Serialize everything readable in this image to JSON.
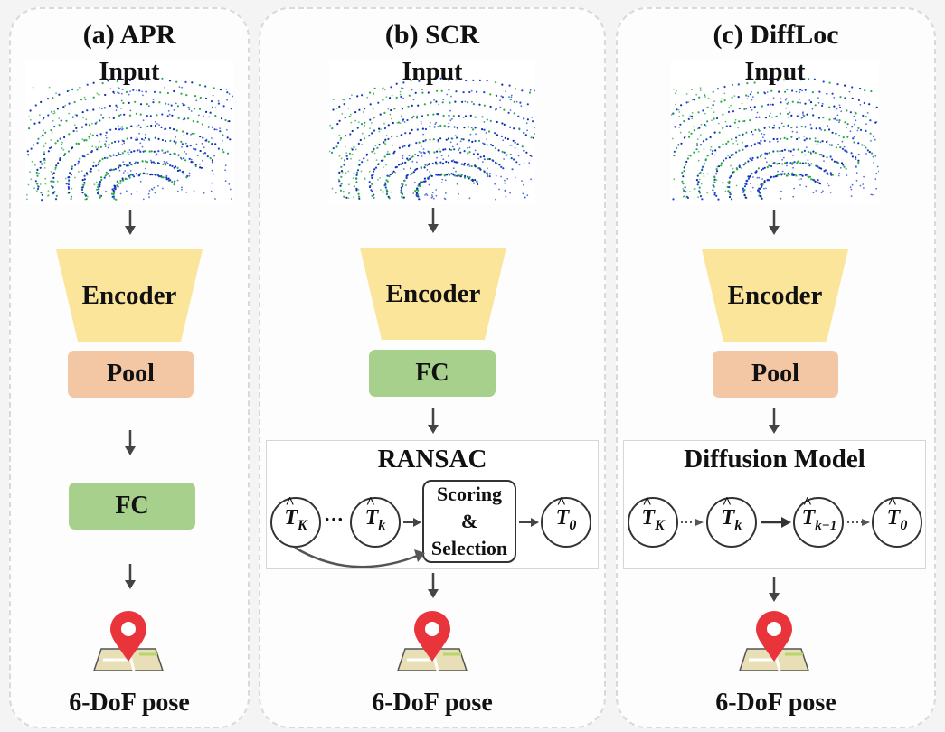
{
  "panels": {
    "apr": {
      "title": "(a) APR",
      "input_label": "Input",
      "encoder": "Encoder",
      "pool": "Pool",
      "fc": "FC",
      "output": "6-DoF pose"
    },
    "scr": {
      "title": "(b) SCR",
      "input_label": "Input",
      "encoder": "Encoder",
      "fc": "FC",
      "module_title": "RANSAC",
      "scoring_line1": "Scoring",
      "scoring_line2": "&",
      "scoring_line3": "Selection",
      "output": "6-DoF pose"
    },
    "diffloc": {
      "title": "(c) DiffLoc",
      "input_label": "Input",
      "encoder": "Encoder",
      "pool": "Pool",
      "module_title": "Diffusion Model",
      "output": "6-DoF pose"
    }
  },
  "nodes": {
    "t_K": {
      "hat": "T",
      "sub": "K"
    },
    "t_k": {
      "hat": "T",
      "sub": "k"
    },
    "t_k_minus_1": {
      "hat": "T",
      "sub": "k−1"
    },
    "t_0": {
      "hat": "T",
      "sub": "0"
    }
  },
  "colors": {
    "encoder": "#fbe59b",
    "pool": "#f3c6a4",
    "fc": "#a6d08c",
    "pin": "#e8343a",
    "map": "#e9dfb7"
  },
  "icons": [
    "point-cloud-image",
    "down-arrow-icon",
    "map-pin-icon"
  ]
}
